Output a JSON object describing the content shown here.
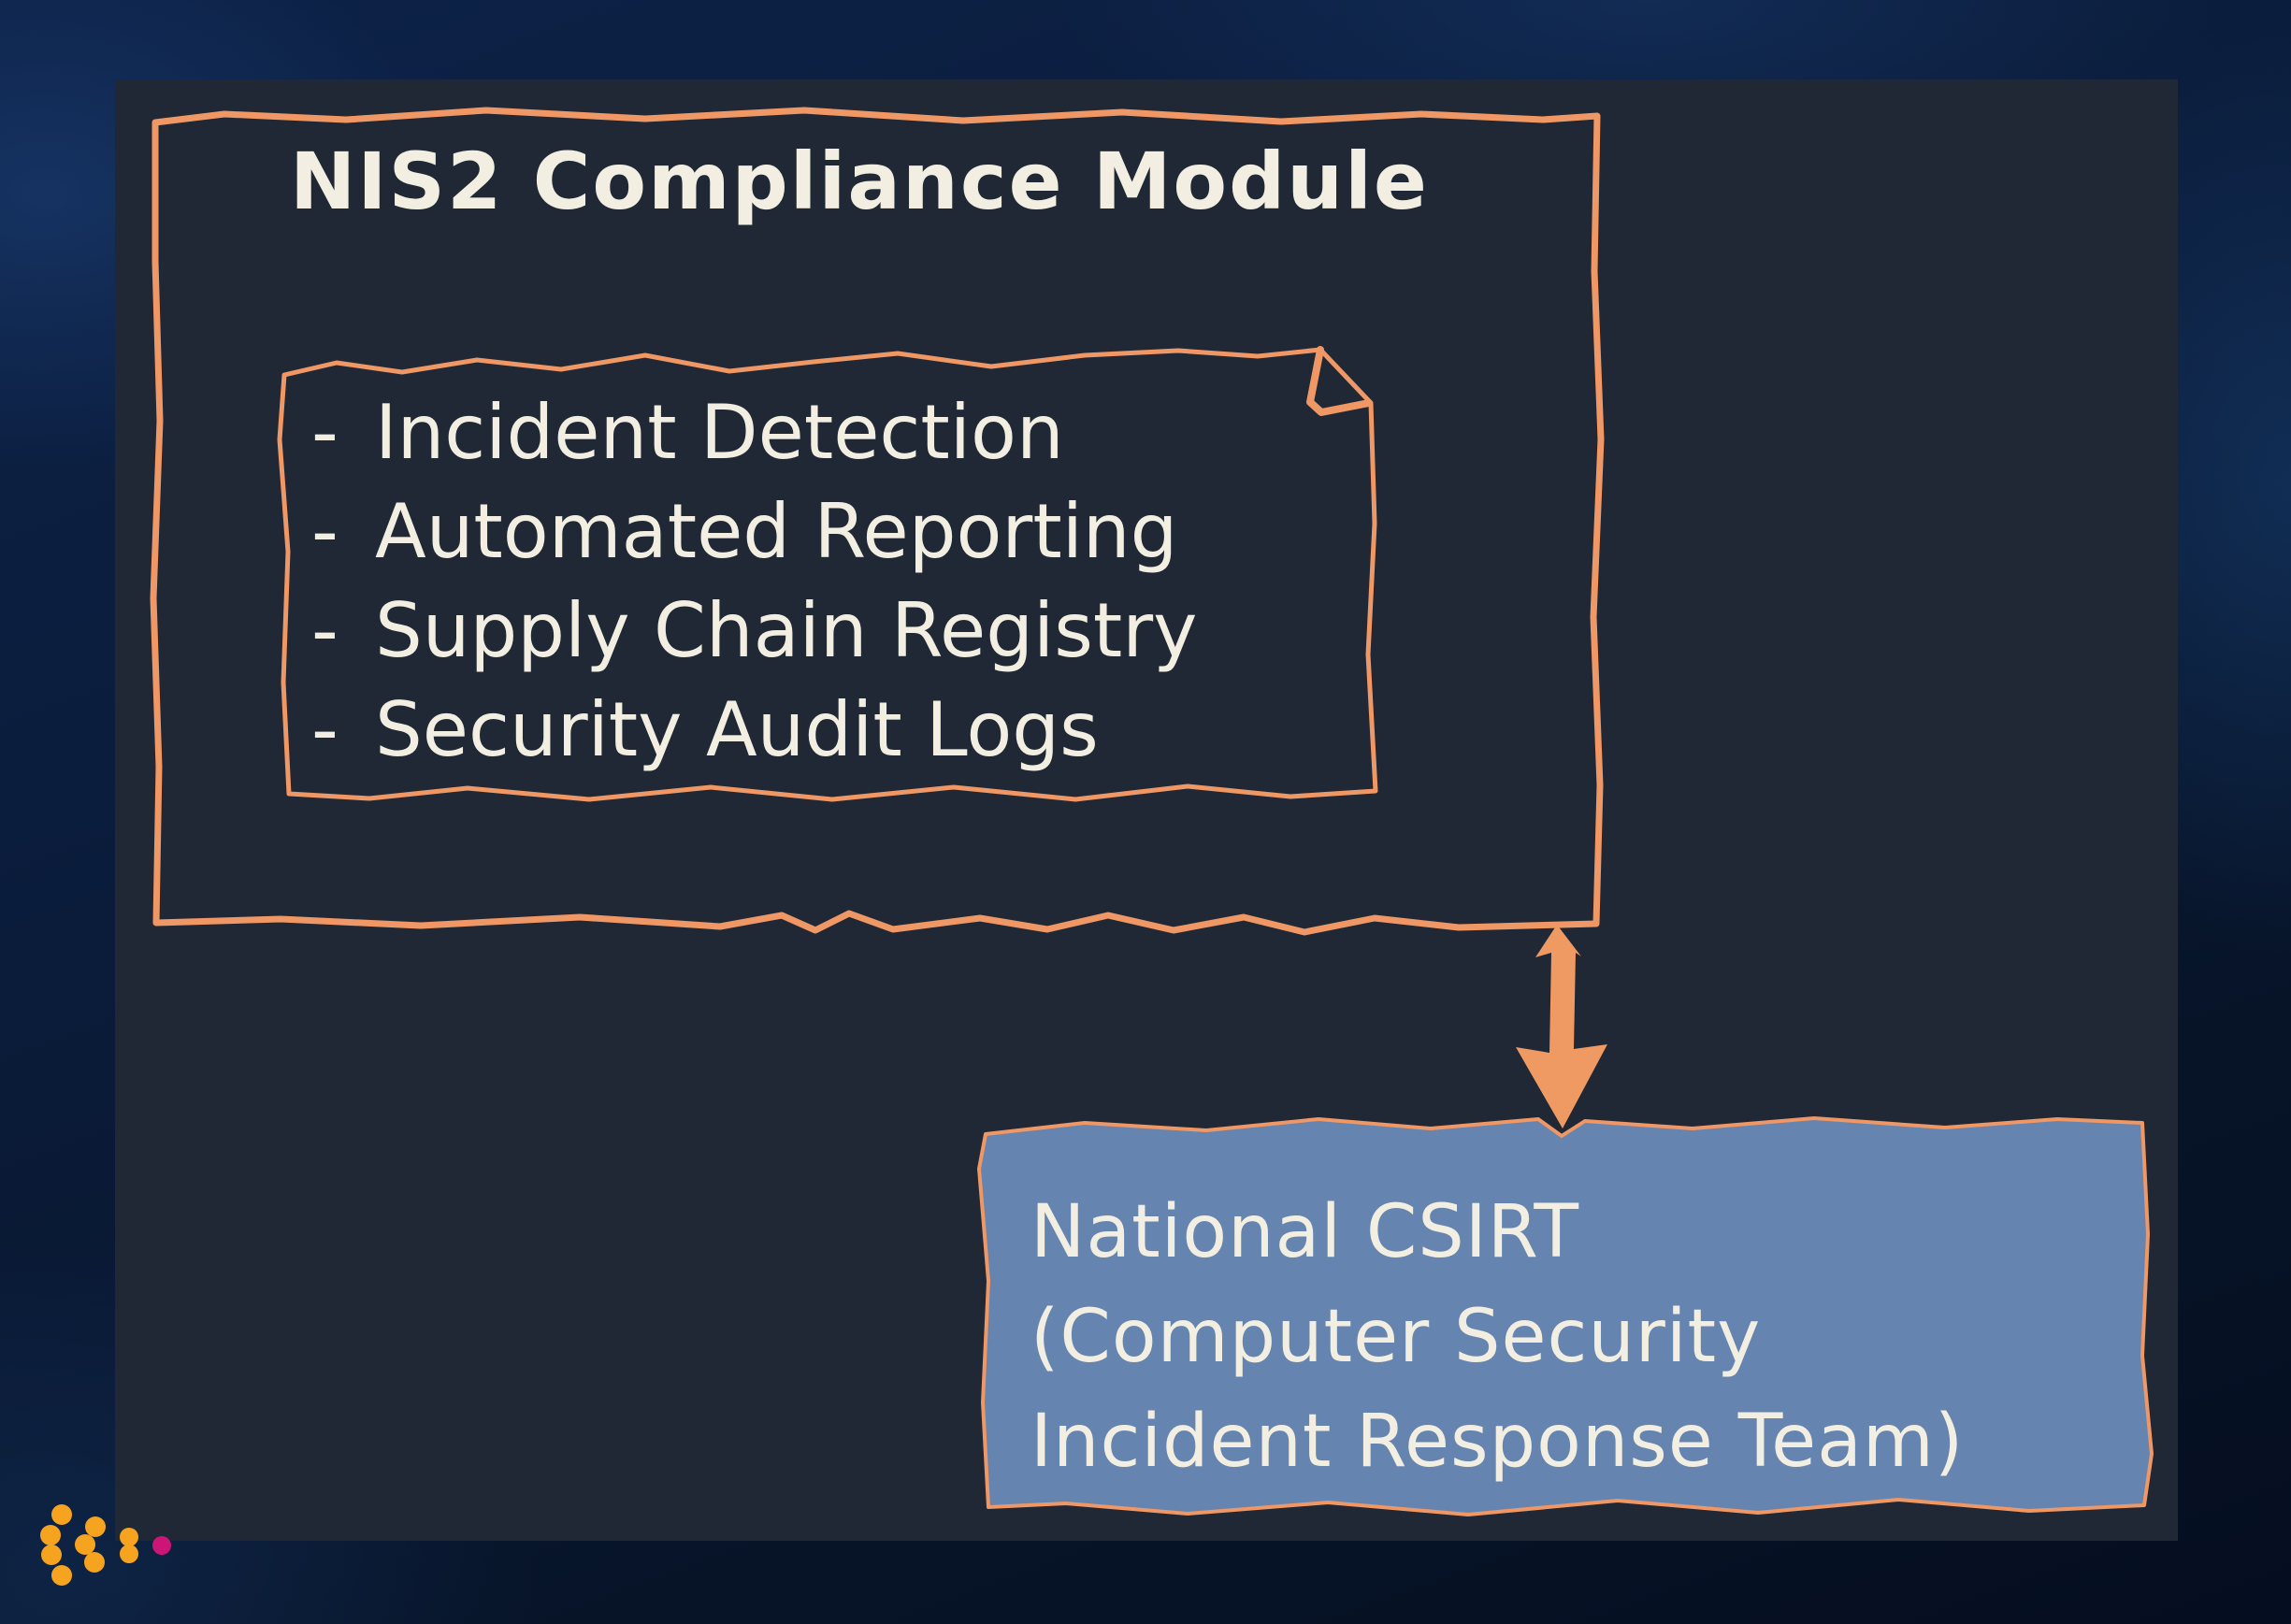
{
  "slide": {
    "background_color": "#0a1b38",
    "canvas_color": "#1f2834",
    "stroke_color": "#ef9765",
    "arrow_color": "#f09a63",
    "text_color": "#f2efe2"
  },
  "module_box": {
    "title": "NIS2 Compliance Module",
    "features": [
      {
        "dash": "-",
        "label": "Incident Detection"
      },
      {
        "dash": "-",
        "label": "Automated Reporting"
      },
      {
        "dash": "-",
        "label": "Supply Chain Registry"
      },
      {
        "dash": "-",
        "label": "Security Audit Logs"
      }
    ]
  },
  "csirt_box": {
    "fill_color": "#6585b0",
    "border_color": "#ef9765",
    "lines": [
      "National CSIRT",
      "(Computer Security",
      "Incident Response Team)"
    ]
  },
  "connector": {
    "type": "arrow",
    "direction": "down",
    "double_headed": true,
    "color": "#f09a63"
  },
  "logo": {
    "orange_color": "#f6a41f",
    "magenta_color": "#cc1677"
  }
}
